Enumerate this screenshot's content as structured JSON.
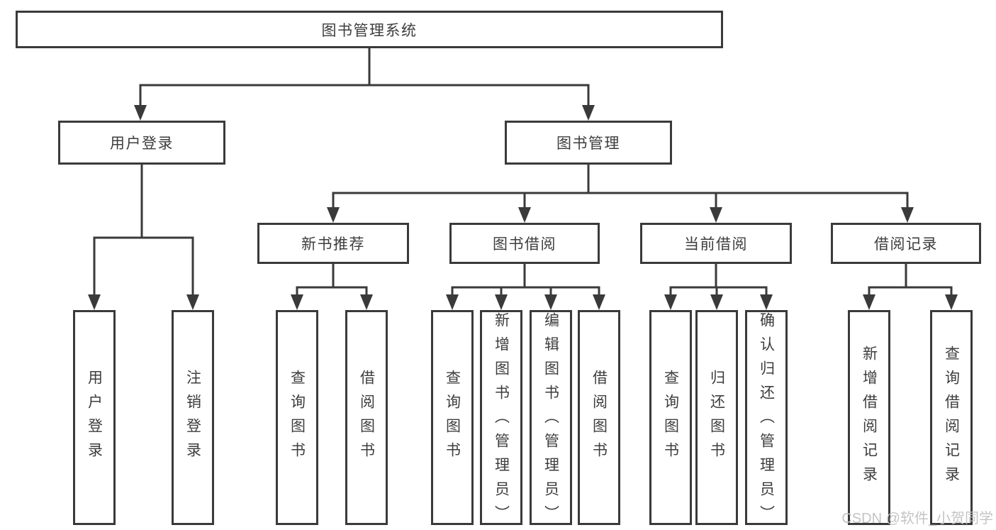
{
  "diagram": {
    "title": "图书管理系统",
    "level2": {
      "user_login": "用户登录",
      "book_management": "图书管理"
    },
    "level3": {
      "new_book_recommend": "新书推荐",
      "book_borrow": "图书借阅",
      "current_borrow": "当前借阅",
      "borrow_records": "借阅记录"
    },
    "leaves": {
      "user_login": "用户登录",
      "logout_login": "注销登录",
      "query_books_recommend": "查询图书",
      "borrow_books_recommend": "借阅图书",
      "query_books_borrow": "查询图书",
      "add_books_admin": "新增图书（管理员）",
      "edit_books_admin": "编辑图书（管理员）",
      "borrow_books": "借阅图书",
      "query_books_current": "查询图书",
      "return_books": "归还图书",
      "confirm_return_admin": "确认归还（管理员）",
      "add_borrow_record": "新增借阅记录",
      "query_borrow_record": "查询借阅记录"
    },
    "watermark": "CSDN @软件_小贺同学"
  }
}
